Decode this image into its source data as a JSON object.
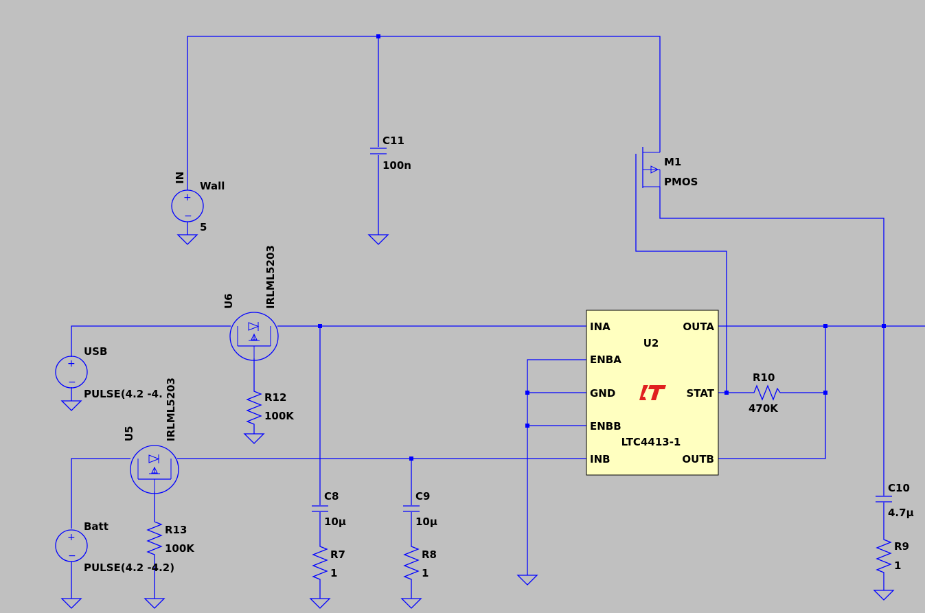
{
  "canvas": {
    "background": "#c0c0c0",
    "wire_color": "#0000ff",
    "ic_fill": "#ffffc0",
    "logo_color": "#e02020"
  },
  "sources": {
    "wall": {
      "name": "Wall",
      "value": "5",
      "net": "IN"
    },
    "usb": {
      "name": "USB",
      "value": "PULSE(4.2 -4."
    },
    "batt": {
      "name": "Batt",
      "value": "PULSE(4.2 -4.2)"
    }
  },
  "mosfets": {
    "u6": {
      "name": "U6",
      "part": "IRLML5203"
    },
    "u5": {
      "name": "U5",
      "part": "IRLML5203"
    },
    "m1": {
      "name": "M1",
      "type": "PMOS"
    }
  },
  "capacitors": {
    "c11": {
      "name": "C11",
      "value": "100n"
    },
    "c8": {
      "name": "C8",
      "value": "10µ"
    },
    "c9": {
      "name": "C9",
      "value": "10µ"
    },
    "c10": {
      "name": "C10",
      "value": "4.7µ"
    }
  },
  "resistors": {
    "r12": {
      "name": "R12",
      "value": "100K"
    },
    "r13": {
      "name": "R13",
      "value": "100K"
    },
    "r7": {
      "name": "R7",
      "value": "1"
    },
    "r8": {
      "name": "R8",
      "value": "1"
    },
    "r9": {
      "name": "R9",
      "value": "1"
    },
    "r10": {
      "name": "R10",
      "value": "470K"
    }
  },
  "ic": {
    "ref": "U2",
    "part": "LTC4413-1",
    "logo_icon": "lt-logo-icon",
    "pins": {
      "ina": "INA",
      "enba": "ENBA",
      "gnd": "GND",
      "enbb": "ENBB",
      "inb": "INB",
      "outa": "OUTA",
      "stat": "STAT",
      "outb": "OUTB"
    }
  },
  "symbols": {
    "plus": "+",
    "minus": "−"
  }
}
